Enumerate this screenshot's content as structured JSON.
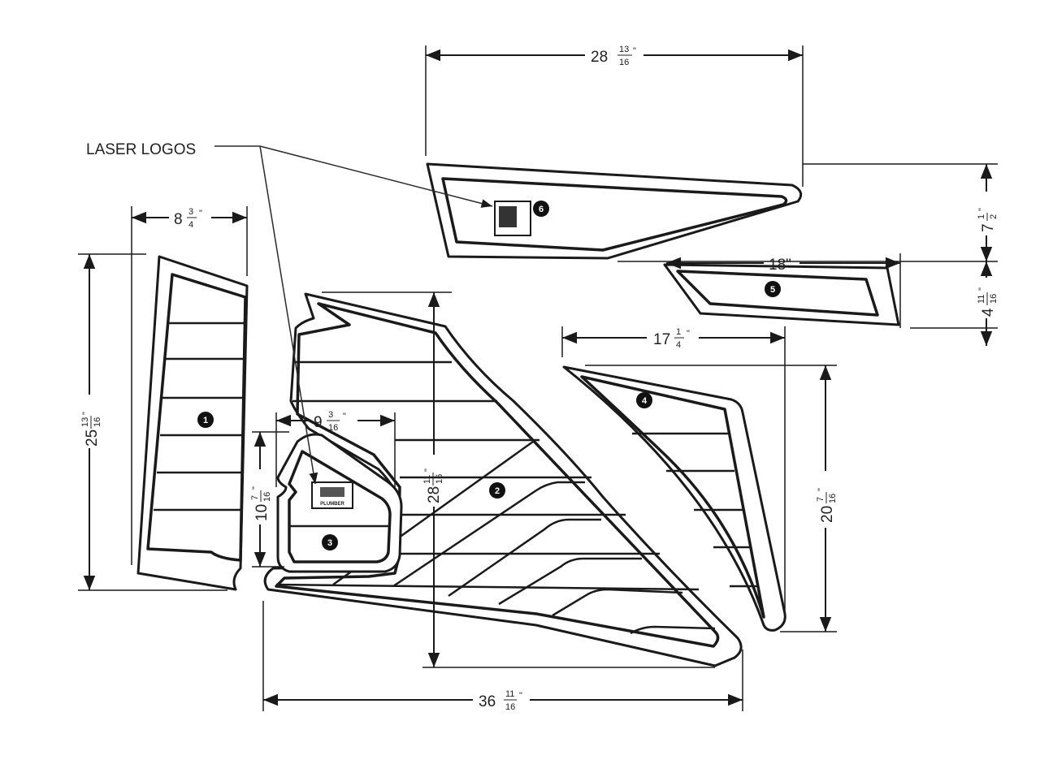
{
  "callout": {
    "text": "LASER LOGOS"
  },
  "dimensions": {
    "top_width": {
      "whole": "28",
      "num": "13",
      "den": "16",
      "unit": "\""
    },
    "piece1_width": {
      "whole": "8",
      "num": "3",
      "den": "4",
      "unit": "\""
    },
    "piece1_height": {
      "whole": "25",
      "num": "13",
      "den": "16",
      "unit": "\""
    },
    "piece3_width": {
      "whole": "9",
      "num": "3",
      "den": "16",
      "unit": "\""
    },
    "piece3_height": {
      "whole": "10",
      "num": "7",
      "den": "16",
      "unit": "\""
    },
    "piece2_height": {
      "whole": "28",
      "num": "11",
      "den": "16",
      "unit": "\""
    },
    "piece4_width": {
      "whole": "17",
      "num": "1",
      "den": "4",
      "unit": "\""
    },
    "piece4_height": {
      "whole": "20",
      "num": "7",
      "den": "16",
      "unit": "\""
    },
    "piece5_width": {
      "text": "18\""
    },
    "piece6_height": {
      "whole": "7",
      "num": "1",
      "den": "2",
      "unit": "\""
    },
    "piece5_height": {
      "whole": "4",
      "num": "11",
      "den": "16",
      "unit": "\""
    },
    "bottom_width": {
      "whole": "36",
      "num": "11",
      "den": "16",
      "unit": "\""
    }
  },
  "pieces": [
    {
      "id": "1"
    },
    {
      "id": "2"
    },
    {
      "id": "3"
    },
    {
      "id": "4"
    },
    {
      "id": "5"
    },
    {
      "id": "6"
    }
  ],
  "logo_text": "PLUMBER",
  "colors": {
    "line": "#1a1a1a",
    "background": "#ffffff",
    "badge": "#111111"
  }
}
